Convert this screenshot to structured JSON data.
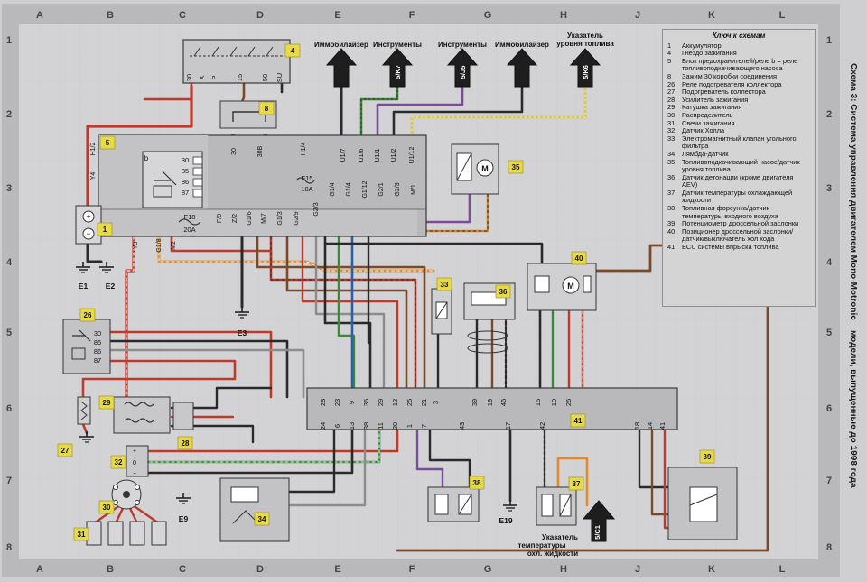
{
  "frame": {
    "letters": [
      "A",
      "B",
      "C",
      "D",
      "E",
      "F",
      "G",
      "H",
      "J",
      "K",
      "L"
    ],
    "numbers": [
      "1",
      "2",
      "3",
      "4",
      "5",
      "6",
      "7",
      "8"
    ]
  },
  "arrows": {
    "immobilizer_1": "Иммобилайзер",
    "instruments_1": "Инструменты",
    "instruments_2": "Инструменты",
    "immobilizer_2": "Иммобилайзер",
    "fuel_gauge": "Указатель уровня топлива",
    "ref_5k7": "5/K7",
    "ref_5j5": "5/J5",
    "ref_5k6": "5/K6",
    "temp_gauge": "Указатель температуры охл. жидкости",
    "ref_5c1": "5/C1"
  },
  "legend": {
    "title": "Ключ к схемам",
    "items": [
      {
        "num": "1",
        "text": "Аккумулятор"
      },
      {
        "num": "4",
        "text": "Гнездо зажигания"
      },
      {
        "num": "5",
        "text": "Блок предохранителей/реле b = реле топливоподкачивающего насоса"
      },
      {
        "num": "8",
        "text": "Зажим 30 коробки соединения"
      },
      {
        "num": "26",
        "text": "Реле подогревателя коллектора"
      },
      {
        "num": "27",
        "text": "Подогреватель коллектора"
      },
      {
        "num": "28",
        "text": "Усилитель зажигания"
      },
      {
        "num": "29",
        "text": "Катушка зажигания"
      },
      {
        "num": "30",
        "text": "Распределитель"
      },
      {
        "num": "31",
        "text": "Свечи зажигания"
      },
      {
        "num": "32",
        "text": "Датчик Холла"
      },
      {
        "num": "33",
        "text": "Электромагнитный клапан угольного фильтра"
      },
      {
        "num": "34",
        "text": "Лямбда-датчик"
      },
      {
        "num": "35",
        "text": "Топливоподкачивающий насос/датчик уровня топлива"
      },
      {
        "num": "36",
        "text": "Датчик детонации (кроме двигателя AEV)"
      },
      {
        "num": "37",
        "text": "Датчик температуры охлаждающей жидкости"
      },
      {
        "num": "38",
        "text": "Топливная форсунка/датчик температуры входного воздуха"
      },
      {
        "num": "39",
        "text": "Потенциометр дроссельной заслонки"
      },
      {
        "num": "40",
        "text": "Позиционер дроссельной заслонки/датчик/выключатель хол хода"
      },
      {
        "num": "41",
        "text": "ECU системы впрыска топлива"
      }
    ]
  },
  "side_caption": "Схема 3: Система управления двигателем Mono-Motronic – модели, выпущенные до 1998 года",
  "components": {
    "c1": "1",
    "c4": "4",
    "c5": "5",
    "c8": "8",
    "c26": "26",
    "c27": "27",
    "c28": "28",
    "c29": "29",
    "c30": "30",
    "c31": "31",
    "c32": "32",
    "c33": "33",
    "c34": "34",
    "c35": "35",
    "c36": "36",
    "c37": "37",
    "c38": "38",
    "c39": "39",
    "c40": "40",
    "c41": "41"
  },
  "grounds": {
    "e1": "E1",
    "e2": "E2",
    "e3": "E3",
    "e9": "E9",
    "e19": "E19"
  },
  "fuse_labels": {
    "f18": "F18",
    "f18_rating": "20A",
    "f15": "F15",
    "f15_rating": "10A",
    "relay_b": "b"
  },
  "ecu_pins_top": [
    "28",
    "23",
    "9",
    "36",
    "29",
    "12",
    "25",
    "21",
    "3",
    "39",
    "19",
    "45",
    "16",
    "10",
    "26"
  ],
  "ecu_pins_bottom": [
    "24",
    "6",
    "13",
    "38",
    "11",
    "20",
    "1",
    "7",
    "43",
    "17",
    "42",
    "18",
    "14",
    "41"
  ],
  "ignition_terminals": [
    "30",
    "X",
    "P",
    "15",
    "50",
    "SU"
  ],
  "relay26_pins": [
    "30",
    "85",
    "86",
    "87"
  ],
  "relay_b_pins": [
    "30",
    "85",
    "86",
    "87"
  ],
  "colors": {
    "red": "#c0392b",
    "brown": "#7a4a2a",
    "black": "#2a2a2a",
    "blue": "#2d5fa8",
    "green": "#3a8a3a",
    "purple": "#7a4d9a",
    "yellow": "#d8c040",
    "orange": "#e08a2a",
    "grey": "#8c8c8c",
    "white": "#f4f4f4",
    "badge": "#e6d94a"
  }
}
